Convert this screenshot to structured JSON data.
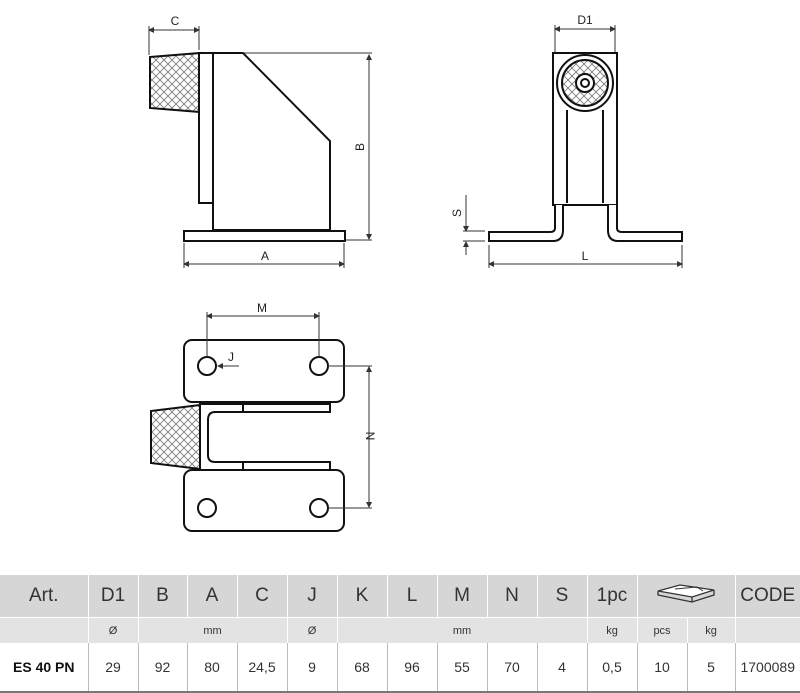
{
  "drawing": {
    "side_view": {
      "dim_c": "C",
      "dim_b": "B",
      "dim_a": "A"
    },
    "front_view": {
      "dim_d1": "D1",
      "dim_s": "S",
      "dim_l": "L"
    },
    "top_view": {
      "dim_m": "M",
      "dim_j": "J",
      "dim_n": "N"
    }
  },
  "table": {
    "headers": [
      "Art.",
      "D1",
      "B",
      "A",
      "C",
      "J",
      "K",
      "L",
      "M",
      "N",
      "S",
      "1pc",
      "CODE"
    ],
    "package_icon": "box-icon",
    "units": {
      "d1": "Ø",
      "mm1": "mm",
      "j": "Ø",
      "mm2": "mm",
      "kg1": "kg",
      "pcs": "pcs",
      "kg2": "kg"
    },
    "row": {
      "art": "ES 40 PN",
      "d1": "29",
      "b": "92",
      "a": "80",
      "c": "24,5",
      "j": "9",
      "k": "68",
      "l": "96",
      "m": "55",
      "n": "70",
      "s": "4",
      "w1": "0,5",
      "pcs": "10",
      "kg": "5",
      "code": "1700089"
    }
  }
}
